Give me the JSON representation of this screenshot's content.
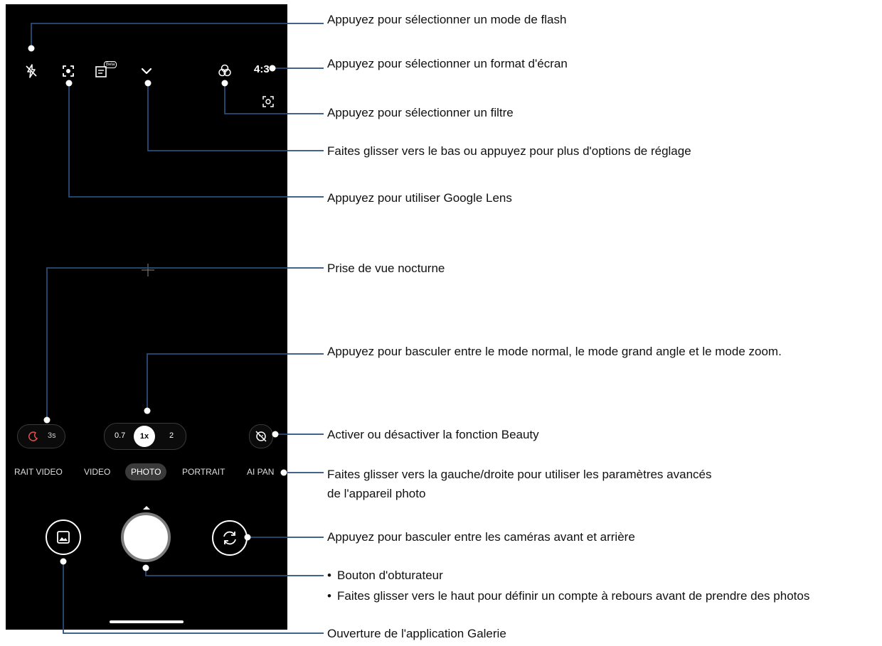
{
  "camera": {
    "top_bar": {
      "flash_icon": "flash-off-icon",
      "lens_icon": "google-lens-icon",
      "beta_badge": "Beta",
      "expand_icon": "chevron-down-icon",
      "filter_icon": "filter-icon",
      "aspect_ratio": "4:3",
      "focus_icon": "focus-icon"
    },
    "night": {
      "time": "3s",
      "icon": "moon-icon"
    },
    "zoom": {
      "options": [
        "0.7",
        "1x",
        "2"
      ],
      "selected": "1x"
    },
    "beauty_icon": "beauty-off-icon",
    "modes": [
      "RAIT VIDEO",
      "VIDEO",
      "PHOTO",
      "PORTRAIT",
      "AI PAN"
    ],
    "active_mode": "PHOTO",
    "gallery_icon": "gallery-icon",
    "switch_icon": "camera-switch-icon"
  },
  "annotations": {
    "flash": "Appuyez pour sélectionner un mode de flash",
    "ratio": "Appuyez pour sélectionner un format d'écran",
    "filter": "Appuyez pour sélectionner un filtre",
    "settings": "Faites glisser vers le bas ou appuyez pour plus d'options de réglage",
    "lens": "Appuyez pour utiliser Google Lens",
    "night": "Prise de vue nocturne",
    "zoom": "Appuyez pour basculer entre le mode normal, le mode grand angle et le mode zoom.",
    "beauty": "Activer ou désactiver la fonction Beauty",
    "modes_line1": "Faites glisser vers la gauche/droite pour utiliser les paramètres avancés",
    "modes_line2": "de l'appareil photo",
    "switch": "Appuyez pour basculer entre les caméras avant et arrière",
    "shutter_line1": "Bouton d'obturateur",
    "shutter_line2": "Faites glisser vers le haut pour définir un compte à rebours avant de prendre des photos",
    "gallery": "Ouverture de l'application Galerie"
  },
  "colors": {
    "leader_line": "#2a4d7a",
    "phone_bg": "#000000",
    "active_mode_bg": "#3a3a3a"
  }
}
